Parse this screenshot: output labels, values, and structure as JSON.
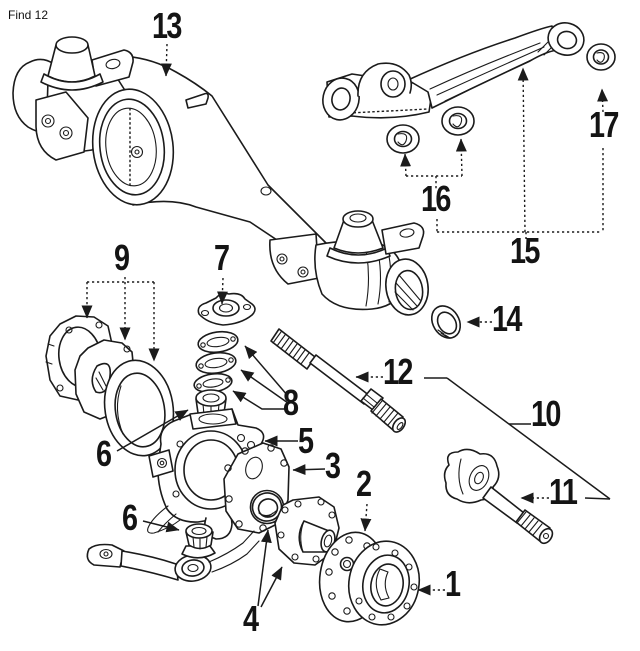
{
  "page": {
    "find_label": "Find 12",
    "background_color": "#ffffff",
    "line_color": "#1b1b1b"
  },
  "diagram": {
    "callouts": {
      "c1": "1",
      "c2": "2",
      "c3": "3",
      "c4": "4",
      "c5": "5",
      "c6a": "6",
      "c6b": "6",
      "c7": "7",
      "c8": "8",
      "c9": "9",
      "c10": "10",
      "c11": "11",
      "c12": "12",
      "c13": "13",
      "c14": "14",
      "c15": "15",
      "c16": "16",
      "c17": "17"
    }
  }
}
